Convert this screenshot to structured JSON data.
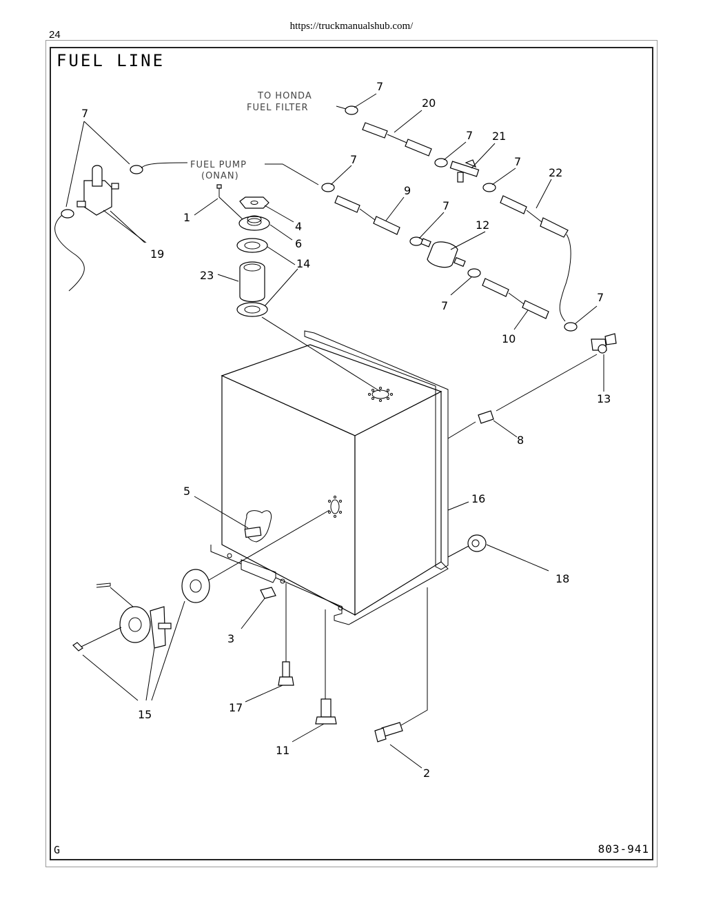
{
  "header": {
    "url": "https://truckmanualshub.com/",
    "page_number": "24"
  },
  "title": "FUEL LINE",
  "footer": {
    "revision": "G",
    "document_number": "803-941"
  },
  "notes": {
    "honda_line1": "TO HONDA",
    "honda_line2": "FUEL FILTER",
    "pump_line1": "FUEL PUMP",
    "pump_line2": "(ONAN)"
  },
  "callouts": {
    "c1": "1",
    "c2": "2",
    "c3": "3",
    "c4": "4",
    "c5": "5",
    "c6": "6",
    "c7": "7",
    "c8": "8",
    "c9": "9",
    "c10": "10",
    "c11": "11",
    "c12": "12",
    "c13": "13",
    "c14": "14",
    "c15": "15",
    "c16": "16",
    "c17": "17",
    "c18": "18",
    "c19": "19",
    "c20": "20",
    "c21": "21",
    "c22": "22",
    "c23": "23"
  }
}
